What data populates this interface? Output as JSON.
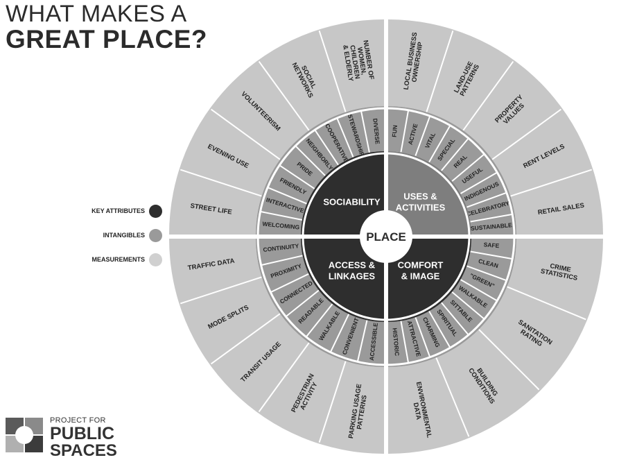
{
  "title": {
    "line1": "WHAT MAKES A",
    "line2": "GREAT PLACE?"
  },
  "center_label": "PLACE",
  "colors": {
    "key_attribute": "#2e2e2e",
    "key_attribute_light": "#7e7e7e",
    "intangibles": "#9a9a9a",
    "measurements": "#c7c7c7",
    "lines": "#ffffff",
    "text_dark": "#222222",
    "text_light": "#ffffff"
  },
  "legend": [
    {
      "label": "KEY ATTRIBUTES",
      "color": "#2e2e2e"
    },
    {
      "label": "INTANGIBLES",
      "color": "#9a9a9a"
    },
    {
      "label": "MEASUREMENTS",
      "color": "#d0d0d0"
    }
  ],
  "quadrants": [
    {
      "key_attribute": [
        "SOCIABILITY"
      ],
      "intangibles": [
        "WELCOMING",
        "INTERACTIVE",
        "FRIENDLY",
        "PRIDE",
        "NEIGHBORLY",
        "COOPERATIVE",
        "STEWARDSHIP",
        "DIVERSE"
      ],
      "measurements": [
        [
          "STREET LIFE"
        ],
        [
          "EVENING USE"
        ],
        [
          "VOLUNTEERISM"
        ],
        [
          "SOCIAL",
          "NETWORKS"
        ],
        [
          "NUMBER OF",
          "WOMEN,",
          "CHILDREN",
          "& ELDERLY"
        ]
      ]
    },
    {
      "key_attribute": [
        "USES &",
        "ACTIVITIES"
      ],
      "intangibles": [
        "FUN",
        "ACTIVE",
        "VITAL",
        "SPECIAL",
        "REAL",
        "USEFUL",
        "INDIGENOUS",
        "CELEBRATORY",
        "SUSTAINABLE"
      ],
      "measurements": [
        [
          "LOCAL BUSINESS",
          "OWNERSHIP"
        ],
        [
          "LAND-USE",
          "PATTERNS"
        ],
        [
          "PROPERTY",
          "VALUES"
        ],
        [
          "RENT LEVELS"
        ],
        [
          "RETAIL SALES"
        ]
      ]
    },
    {
      "key_attribute": [
        "COMFORT",
        "& IMAGE"
      ],
      "intangibles": [
        "SAFE",
        "CLEAN",
        "\"GREEN\"",
        "WALKABLE",
        "SITTABLE",
        "SPIRITUAL",
        "CHARMING",
        "ATTRACTIVE",
        "HISTORIC"
      ],
      "measurements": [
        [
          "CRIME",
          "STATISTICS"
        ],
        [
          "SANITATION",
          "RATING"
        ],
        [
          "BUILDING",
          "CONDITIONS"
        ],
        [
          "ENVIRONMENTAL",
          "DATA"
        ]
      ]
    },
    {
      "key_attribute": [
        "ACCESS &",
        "LINKAGES"
      ],
      "intangibles": [
        "ACCESSIBLE",
        "CONVENIENT",
        "WALKABLE",
        "READABLE",
        "CONNECTED",
        "PROXIMITY",
        "CONTINUITY"
      ],
      "measurements": [
        [
          "PARKING USAGE",
          "PATTERNS"
        ],
        [
          "PEDESTRIAN",
          "ACTIVITY"
        ],
        [
          "TRANSIT USAGE"
        ],
        [
          "MODE SPLITS"
        ],
        [
          "TRAFFIC DATA"
        ]
      ]
    }
  ],
  "logo": {
    "line1": "PROJECT FOR",
    "line2": "PUBLIC",
    "line3": "SPACES",
    "colors": [
      "#5a5a5a",
      "#8a8a8a",
      "#b0b0b0",
      "#3c3c3c"
    ]
  }
}
